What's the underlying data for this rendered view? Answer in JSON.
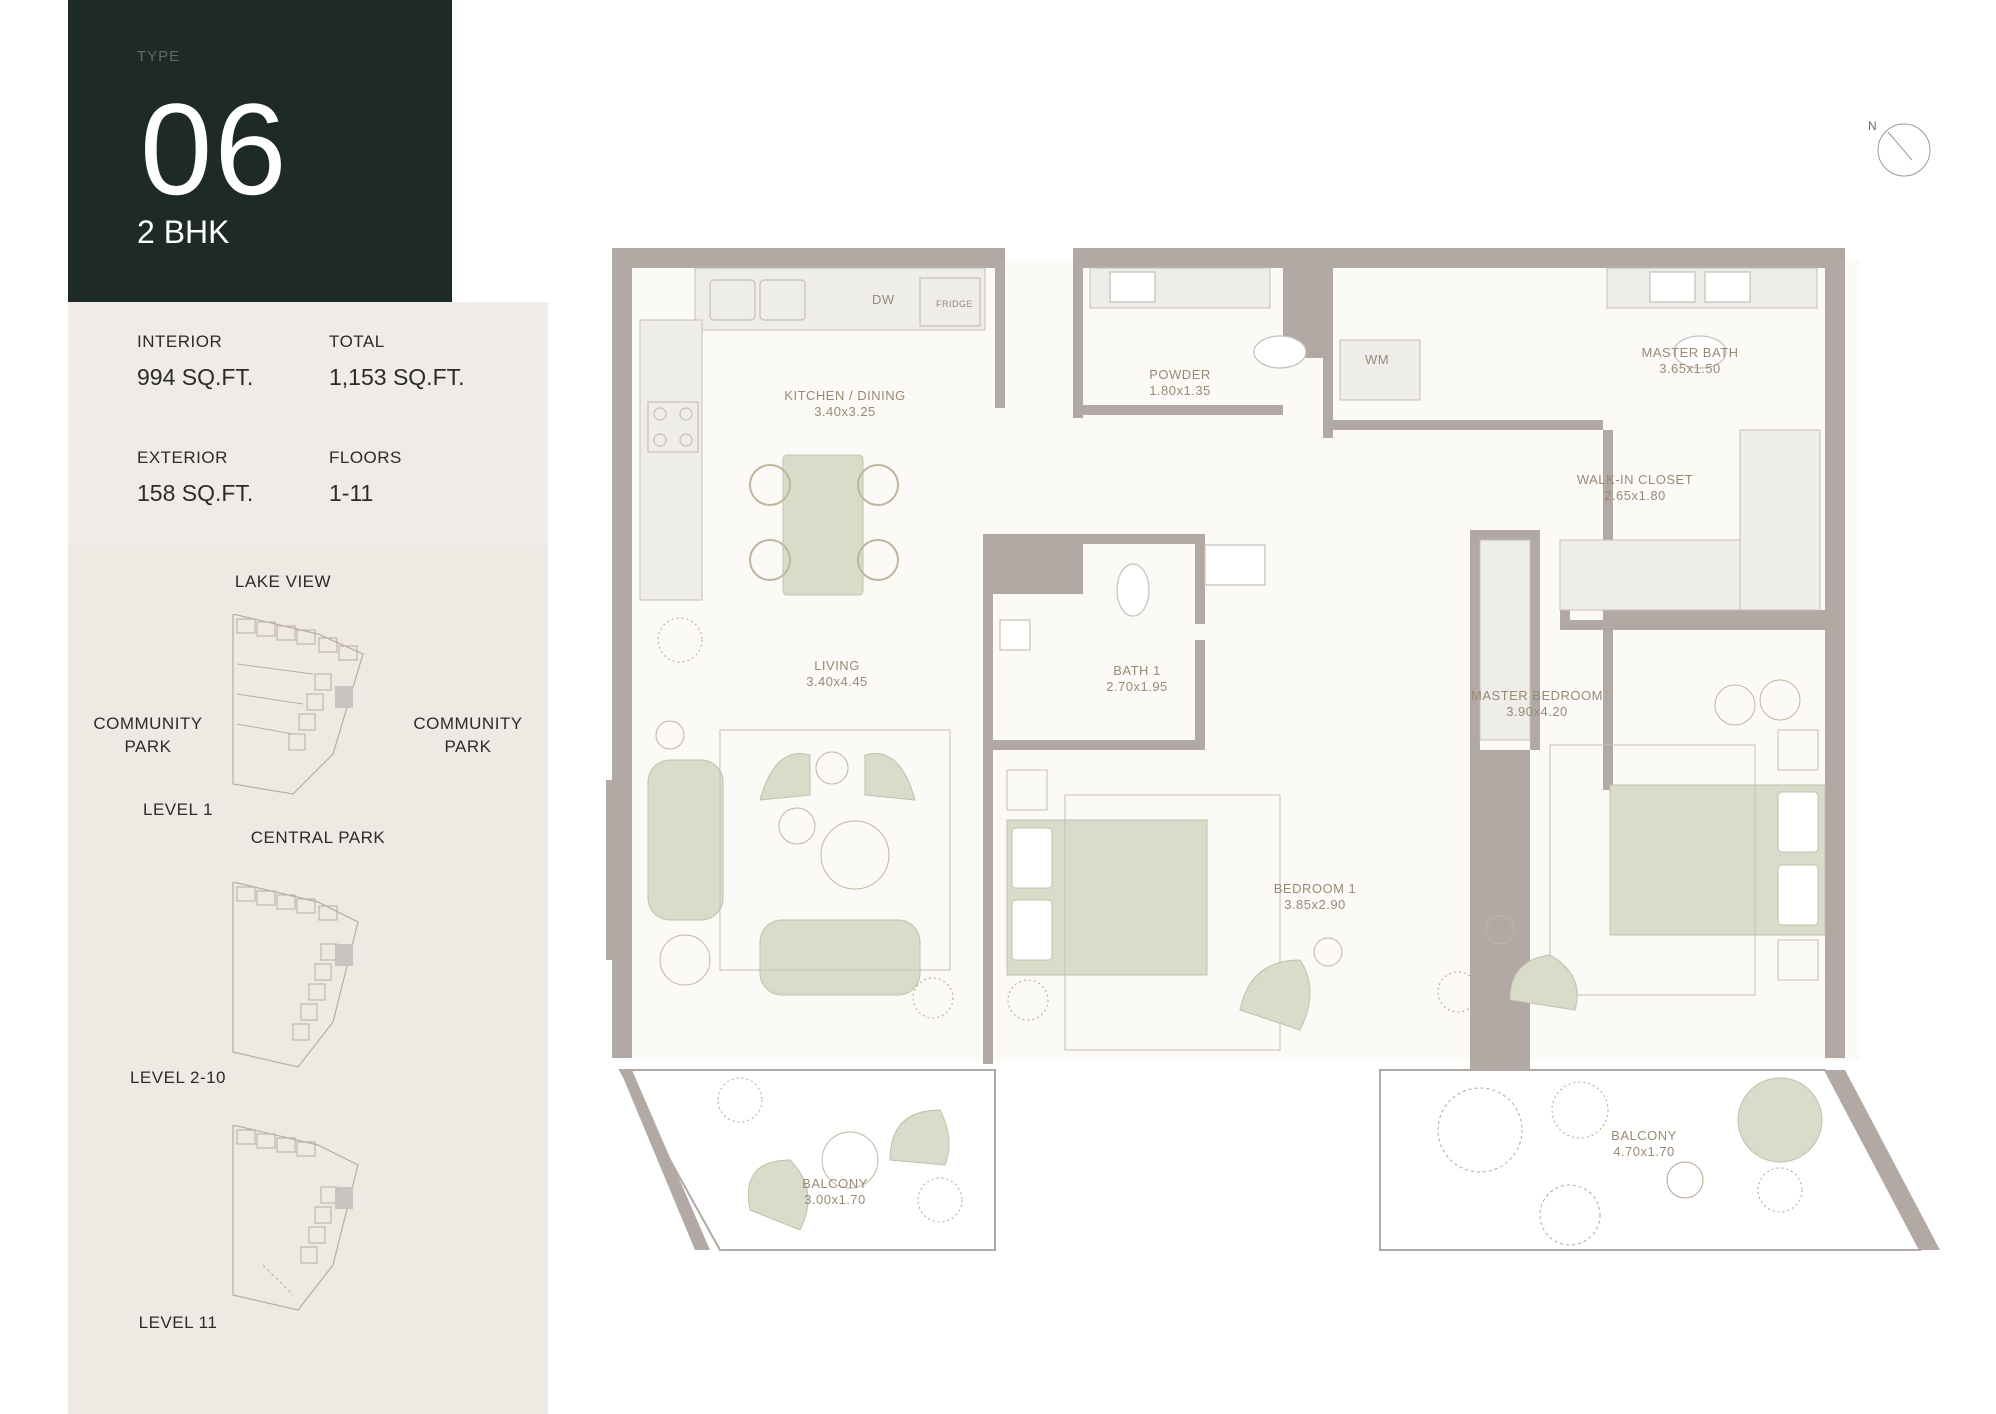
{
  "header": {
    "type_label": "TYPE",
    "type_number": "06",
    "type_sub": "2 BHK"
  },
  "specs": {
    "interior_label": "INTERIOR",
    "interior_value": "994 SQ.FT.",
    "total_label": "TOTAL",
    "total_value": "1,153 SQ.FT.",
    "exterior_label": "EXTERIOR",
    "exterior_value": "158 SQ.FT.",
    "floors_label": "FLOORS",
    "floors_value": "1-11"
  },
  "keyplan": {
    "lake_view": "LAKE VIEW",
    "community_park_left": "COMMUNITY\nPARK",
    "community_park_right": "COMMUNITY\nPARK",
    "central_park": "CENTRAL PARK",
    "level_1": "LEVEL 1",
    "level_2_10": "LEVEL 2-10",
    "level_11": "LEVEL 11"
  },
  "compass": {
    "north": "N"
  },
  "rooms": {
    "kitchen_name": "KITCHEN / DINING",
    "kitchen_size": "3.40x3.25",
    "dw": "DW",
    "fridge": "FRIDGE",
    "powder_name": "POWDER",
    "powder_size": "1.80x1.35",
    "wm": "WM",
    "master_bath_name": "MASTER BATH",
    "master_bath_size": "3.65x1.50",
    "walkin_name": "WALK-IN CLOSET",
    "walkin_size": "2.65x1.80",
    "living_name": "LIVING",
    "living_size": "3.40x4.45",
    "bath1_name": "BATH 1",
    "bath1_size": "2.70x1.95",
    "master_bedroom_name": "MASTER BEDROOM",
    "master_bedroom_size": "3.90x4.20",
    "bedroom1_name": "BEDROOM 1",
    "bedroom1_size": "3.85x2.90",
    "balcony1_name": "BALCONY",
    "balcony1_size": "3.00x1.70",
    "balcony2_name": "BALCONY",
    "balcony2_size": "4.70x1.70"
  },
  "colors": {
    "title_bg": "#1e2a28",
    "panel_bg": "#efebe7",
    "wall": "#b3a9a4",
    "furniture": "#d8dcc8",
    "label": "#9a8a74"
  }
}
